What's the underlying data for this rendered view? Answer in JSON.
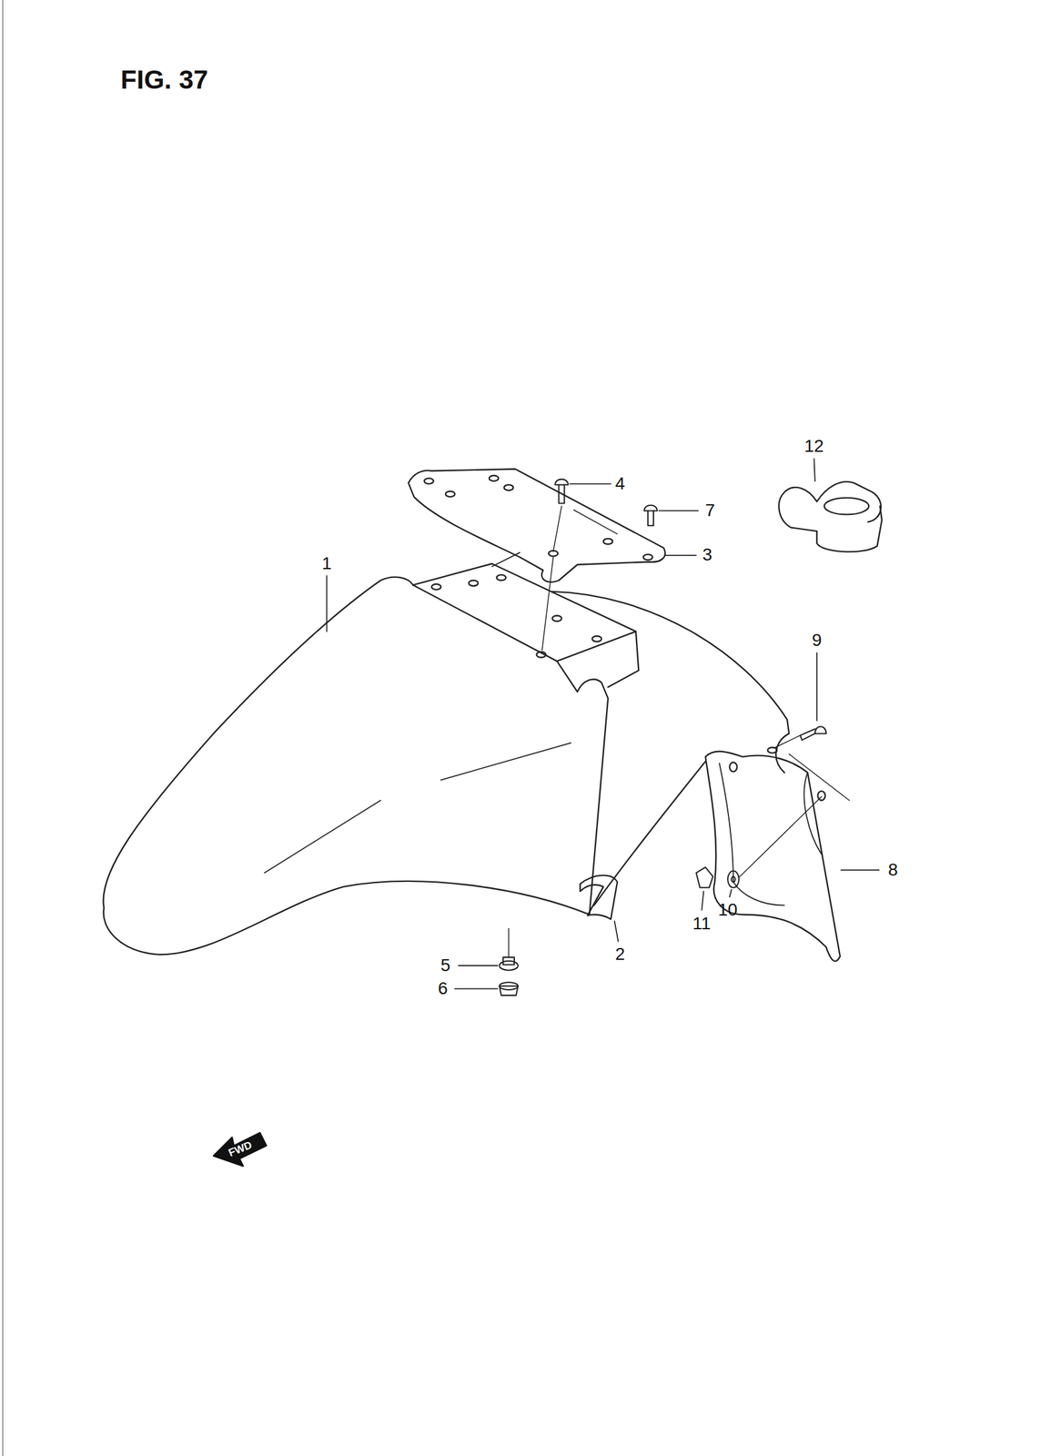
{
  "diagram": {
    "title": "FIG. 37",
    "labels": [
      "1",
      "4",
      "7",
      "3",
      "12",
      "9",
      "8",
      "11",
      "10",
      "2",
      "5",
      "6",
      "FWD"
    ]
  }
}
